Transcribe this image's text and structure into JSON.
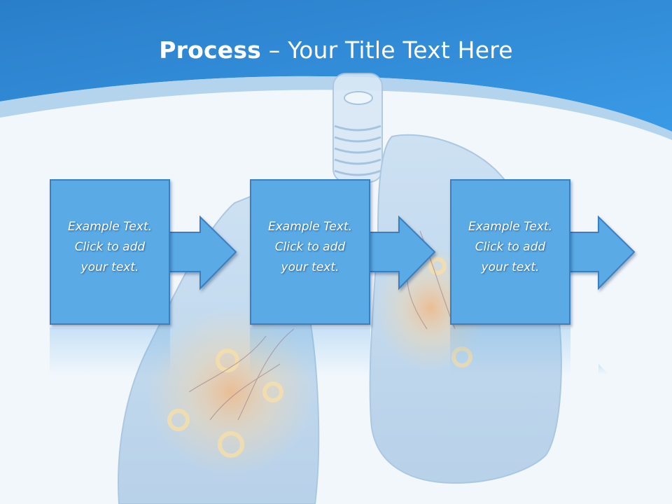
{
  "title": {
    "bold": "Process",
    "rest": " – Your Title Text Here"
  },
  "colors": {
    "header": "#2e8ad6",
    "box_fill": "#5aaae6",
    "box_border": "#3b7fbf",
    "background": "#f2f7fc"
  },
  "steps": [
    {
      "line1": "Example Text.",
      "line2": "Click  to add",
      "line3": "your text."
    },
    {
      "line1": "Example Text.",
      "line2": "Click  to add",
      "line3": "your text."
    },
    {
      "line1": "Example Text.",
      "line2": "Click  to add",
      "line3": "your text."
    }
  ],
  "background_image": "lungs-with-gears-illustration"
}
